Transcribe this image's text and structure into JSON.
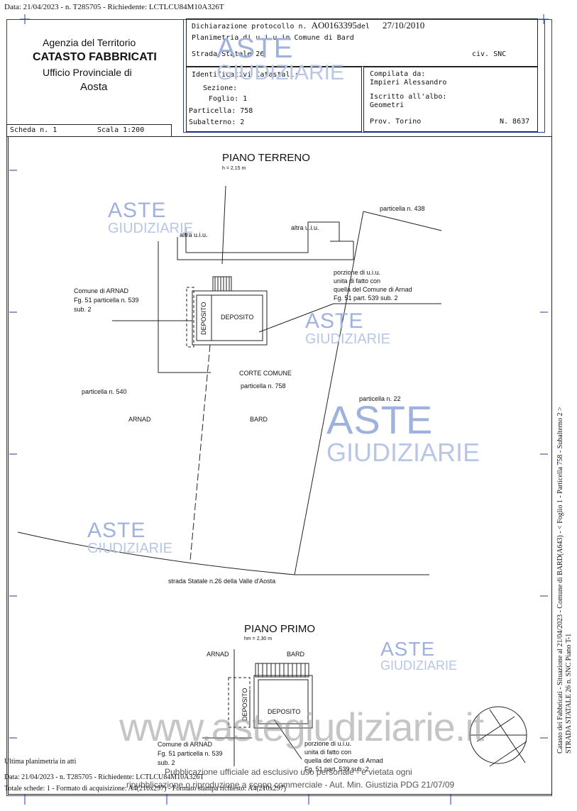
{
  "top_header": "Data: 21/04/2023 - n. T285705 - Richiedente: LCTLCU84M10A326T",
  "agency": {
    "line1": "Agenzia del Territorio",
    "line2": "CATASTO FABBRICATI",
    "line3": "Ufficio Provinciale di",
    "line4": "Aosta"
  },
  "declaration": {
    "label": "Dichiarazione protocollo n.",
    "protocol": "AO0163395",
    "del": "del",
    "date": "27/10/2010",
    "planimetria": "Planimetria di u.i.u.in Comune di Bard",
    "street": "Strada Statale 26",
    "civ": "civ. SNC"
  },
  "identifiers": {
    "title": "Identificativi Catastali:",
    "sezione": "Sezione:",
    "foglio": "Foglio: 1",
    "particella": "Particella: 758",
    "subalterno": "Subalterno: 2"
  },
  "compiler": {
    "compilata": "Compilata da:",
    "name": "Impieri Alessandro",
    "iscritto": "Iscritto all'albo:",
    "role": "Geometri",
    "prov": "Prov. Torino",
    "num": "N.  8637"
  },
  "scheda": "Scheda n. 1",
  "scala": "Scala 1:200",
  "piano_terreno": {
    "title": "PIANO TERRENO",
    "height": "h = 2,15 m",
    "particella_438": "particella n. 438",
    "altra1": "altra u.i.u.",
    "altra2": "altra u.i.u.",
    "comune_arnad_1": "Comune di ARNAD",
    "comune_arnad_2": "Fg. 51 particella n. 539",
    "comune_arnad_3": "sub. 2",
    "porzione_1": "porzione di u.i.u.",
    "porzione_2": "unita di fatto con",
    "porzione_3": "quella del Comune di Arnad",
    "porzione_4": "Fg. 51 part. 539 sub. 2",
    "deposito_v": "DEPOSITO",
    "deposito": "DEPOSITO",
    "corte_1": "CORTE COMUNE",
    "corte_2": "particella n. 758",
    "particella_540": "particella n. 540",
    "particella_22": "particella n. 22",
    "arnad": "ARNAD",
    "bard": "BARD",
    "strada": "strada Statale n.26 della Valle d'Aosta"
  },
  "piano_primo": {
    "title": "PIANO PRIMO",
    "height": "hm = 2,30 m",
    "arnad": "ARNAD",
    "bard": "BARD",
    "deposito_v": "DEPOSITO",
    "deposito": "DEPOSITO",
    "comune_arnad_1": "Comune di ARNAD",
    "comune_arnad_2": "Fg. 51 particella n. 539",
    "comune_arnad_3": "sub. 2",
    "porzione_1": "porzione di u.i.u.",
    "porzione_2": "unita di fatto con",
    "porzione_3": "quella del Comune di Arnad",
    "porzione_4": "Fg. 51 part. 539 sub. 2"
  },
  "watermarks": {
    "aste": "ASTE",
    "giudiziarie": "GIUDIZIARIE",
    "site": "www.astegiudiziarie.it"
  },
  "footer": {
    "ultima": "Ultima planimetria in atti",
    "data": "Data: 21/04/2023 - n. T285705 - Richiedente: LCTLCU84M10A326T",
    "totale": "Totale schede: 1 - Formato di acquisizione: A4(210x297) - Formato stampa richiesto: A4(210x297)",
    "pub1": "Pubblicazione ufficiale ad esclusivo uso personale - è vietata ogni",
    "pub2": "ripubblicazione o riproduzione a scopo commerciale - Aut. Min. Giustizia PDG 21/07/09"
  },
  "side": {
    "line1": "Catasto dei Fabbricati - Situazione al 21/04/2023 - Comune di BARD(A643) - < Foglio 1 - Particella 758 - Subalterno 2 >",
    "line2": "STRADA STATALE 26 n. SNC Piano T-1"
  }
}
